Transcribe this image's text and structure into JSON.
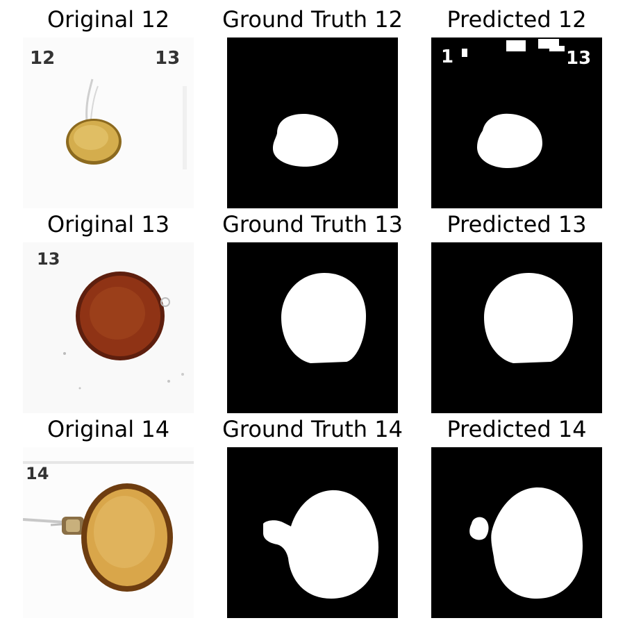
{
  "figure": {
    "rows": [
      {
        "original_title": "Original 12",
        "ground_truth_title": "Ground Truth 12",
        "predicted_title": "Predicted 12",
        "photo_labels": [
          "12",
          "13"
        ],
        "predicted_artifact_labels": [
          "1",
          "13"
        ]
      },
      {
        "original_title": "Original 13",
        "ground_truth_title": "Ground Truth 13",
        "predicted_title": "Predicted 13",
        "photo_labels": [
          "13"
        ]
      },
      {
        "original_title": "Original 14",
        "ground_truth_title": "Ground Truth 14",
        "predicted_title": "Predicted 14",
        "photo_labels": [
          "14"
        ]
      }
    ]
  },
  "colors": {
    "mask_background": "#000000",
    "mask_foreground": "#ffffff",
    "photo_background": "#fbfbfb",
    "egg_12": "#c9a040",
    "egg_13": "#8a2d12",
    "egg_14": "#d9a64a"
  }
}
